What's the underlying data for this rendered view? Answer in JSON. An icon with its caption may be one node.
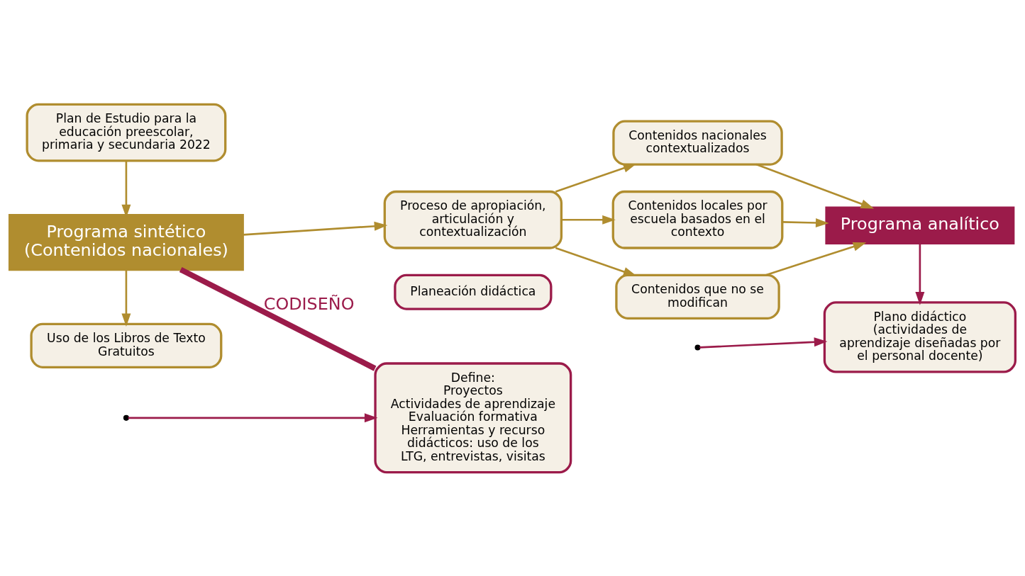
{
  "diagram": {
    "nodes": [
      {
        "text": [
          "Plan de Estudio para la educación preescolar, primaria y secundaria 2022"
        ]
      },
      {
        "text": [
          "Programa sintético",
          "(Contenidos nacionales)"
        ]
      },
      {
        "text": [
          "Uso de los Libros de Texto Gratuitos"
        ]
      },
      {
        "text": [
          "Proceso de apropiación, articulación y contextualización"
        ]
      },
      {
        "text": [
          "Contenidos nacionales contextualizados"
        ]
      },
      {
        "text": [
          "Contenidos locales por escuela basados en el contexto"
        ]
      },
      {
        "text": [
          "Contenidos que no se modifican"
        ]
      },
      {
        "text": [
          "Programa analítico"
        ]
      },
      {
        "text": [
          "Plano didáctico (actividades de aprendizaje diseñadas por el personal docente)"
        ]
      },
      {
        "text": [
          "Planeación didáctica"
        ]
      },
      {
        "text": [
          "Define:",
          "Proyectos",
          "Actividades de aprendizaje",
          "Evaluación formativa",
          "Herramientas y recurso didácticos: uso de los LTG, entrevistas, visitas"
        ]
      }
    ],
    "edges": [
      {
        "from": 0,
        "to": 1,
        "arrow": "to"
      },
      {
        "from": 1,
        "to": 2,
        "arrow": "to"
      },
      {
        "from": 1,
        "to": 3,
        "arrow": "to"
      },
      {
        "from": 3,
        "to": 4,
        "arrow": "to"
      },
      {
        "from": 3,
        "to": 5,
        "arrow": "to"
      },
      {
        "from": 3,
        "to": 6,
        "arrow": "to"
      },
      {
        "from": 4,
        "to": 7,
        "arrow": "to"
      },
      {
        "from": 5,
        "to": 7,
        "arrow": "to"
      },
      {
        "from": 6,
        "to": 7,
        "arrow": "to"
      },
      {
        "from": 7,
        "to": 8,
        "arrow": "to",
        "color": "#9b1b4a"
      },
      {
        "from": 1,
        "to": 10,
        "arrow": "none",
        "label": "CODISEÑO",
        "style": "thick",
        "color": "#9b1b4a"
      },
      {
        "from": null,
        "to": 8,
        "arrow": "to",
        "color": "#9b1b4a"
      },
      {
        "from": null,
        "to": 10,
        "arrow": "to",
        "color": "#9b1b4a"
      }
    ]
  }
}
